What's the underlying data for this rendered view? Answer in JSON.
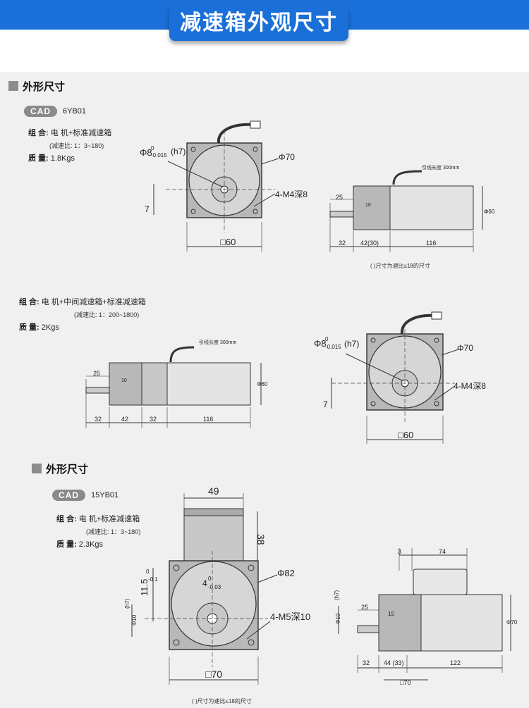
{
  "header": {
    "title": "减速箱外观尺寸"
  },
  "section1": {
    "title": "外形尺寸",
    "cad_badge": "CAD",
    "model": "6YB01",
    "combo_label": "组 合:",
    "combo_value": "电 机+标准减速箱",
    "ratio": "(减速比: 1：3~180)",
    "weight_label": "质 量:",
    "weight_value": "1.8Kgs",
    "front": {
      "shaft_tol": "Φ8",
      "shaft_tol_sup": "0",
      "shaft_tol_sub": "-0.015",
      "shaft_fit": "(h7)",
      "pcd": "Φ70",
      "holes": "4-M4深8",
      "key": "7",
      "square": "□60"
    },
    "side": {
      "lead": "引线长度 300mm",
      "d1": "25",
      "d2": "10",
      "d3": "Φ60",
      "l1": "32",
      "l2": "42(30)",
      "l3": "116"
    },
    "note": "( )尺寸为速比≤18的尺寸"
  },
  "section2": {
    "combo_label": "组 合:",
    "combo_value": "电 机+中间减速箱+标准减速箱",
    "ratio": "(减速比: 1：200~1800)",
    "weight_label": "质 量:",
    "weight_value": "2Kgs",
    "side": {
      "lead": "引线长度 300mm",
      "d1": "25",
      "d2": "10",
      "d3": "Φ60",
      "l1": "32",
      "l2": "42",
      "l3": "32",
      "l4": "116"
    },
    "front": {
      "shaft_tol": "Φ8",
      "shaft_tol_sup": "0",
      "shaft_tol_sub": "-0.015",
      "shaft_fit": "(h7)",
      "pcd": "Φ70",
      "holes": "4-M4深8",
      "key": "7",
      "square": "□60"
    }
  },
  "section3": {
    "title": "外形尺寸",
    "cad_badge": "CAD",
    "model": "15YB01",
    "combo_label": "组 合:",
    "combo_value": "电 机+标准减速箱",
    "ratio": "(减速比: 1：3~180)",
    "weight_label": "质 量:",
    "weight_value": "2.3Kgs",
    "front": {
      "top_w": "49",
      "top_h": "38",
      "pcd": "Φ82",
      "key": "4",
      "key_tol": "0",
      "key_tol_sub": "-0.03",
      "height": "11.5",
      "height_tol": "0",
      "height_tol_sub": "-0.1",
      "shaft": "Φ10",
      "shaft_tol": "(h7)",
      "holes": "4-M5深10",
      "square": "□70"
    },
    "side": {
      "t1": "3",
      "t2": "74",
      "d1": "25",
      "d2": "15",
      "shaft": "Φ10",
      "shaft_tol": "(h7)",
      "d3": "Φ70",
      "l1": "32",
      "l2": "44 (33)",
      "l3": "122",
      "square": "□70"
    },
    "note": "( )尺寸为速比≤18的尺寸"
  }
}
